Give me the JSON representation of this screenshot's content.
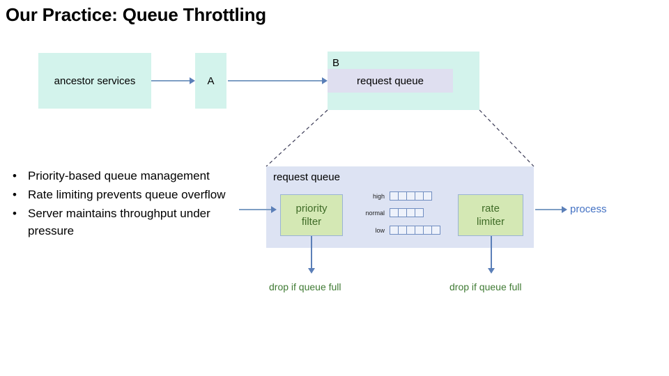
{
  "slide": {
    "title": "Our Practice: Queue Throttling",
    "background": "#ffffff"
  },
  "colors": {
    "mint": "#d3f3ec",
    "lavender": "#dfdff0",
    "panel": "#dde3f3",
    "green_box": "#d4e8b4",
    "green_text": "#3f7a33",
    "arrow_blue": "#5b7fb8",
    "process_blue": "#4472c4"
  },
  "flow": {
    "ancestor_label": "ancestor services",
    "a_label": "A",
    "b_tag": "B",
    "b_chip_label": "request queue"
  },
  "bullets": {
    "marker": "•",
    "items": [
      "Priority-based queue management",
      "Rate limiting prevents queue overflow",
      "Server maintains throughput under pressure"
    ]
  },
  "detail": {
    "title": "request queue",
    "priority_filter": {
      "line1": "priority",
      "line2": "filter"
    },
    "rate_limiter": {
      "line1": "rate",
      "line2": "limiter"
    },
    "queues": [
      {
        "label": "high",
        "cells": 5
      },
      {
        "label": "normal",
        "cells": 4
      },
      {
        "label": "low",
        "cells": 6
      }
    ],
    "drop_left_caption": "drop if queue full",
    "drop_right_caption": "drop if queue full",
    "process_label": "process"
  }
}
